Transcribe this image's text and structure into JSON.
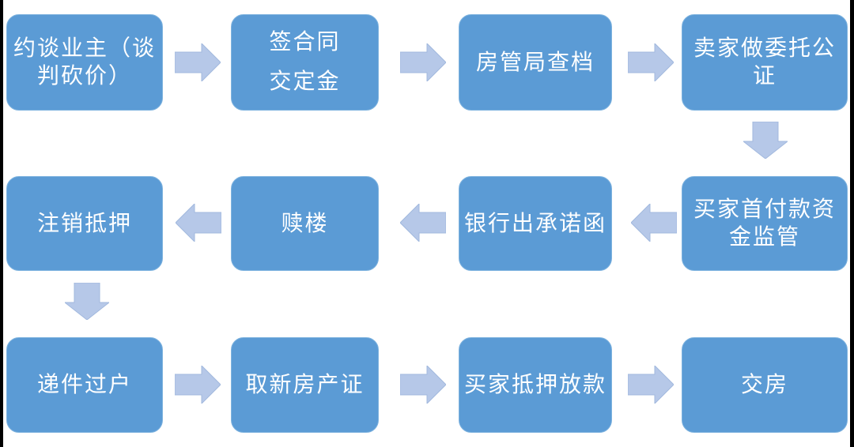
{
  "colors": {
    "background": "#ffffff",
    "pillar_bar": "#000000",
    "node_fill": "#5b9bd5",
    "node_border": "#7eb3df",
    "arrow_fill": "#b6c8e8",
    "arrow_border": "#a2b9de",
    "text": "#ffffff"
  },
  "diagram": {
    "type": "flowchart",
    "flow_pattern": "serpentine: row1 left-to-right, down, row2 right-to-left, down, row3 left-to-right",
    "nodes": [
      {
        "id": 1,
        "label": "约谈业主（谈\n判砍价）"
      },
      {
        "id": 2,
        "label": "签合同\n交定金"
      },
      {
        "id": 3,
        "label": "房管局查档"
      },
      {
        "id": 4,
        "label": "卖家做委托公\n证"
      },
      {
        "id": 5,
        "label": "买家首付款资\n金监管"
      },
      {
        "id": 6,
        "label": "银行出承诺函"
      },
      {
        "id": 7,
        "label": "赎楼"
      },
      {
        "id": 8,
        "label": "注销抵押"
      },
      {
        "id": 9,
        "label": "递件过户"
      },
      {
        "id": 10,
        "label": "取新房产证"
      },
      {
        "id": 11,
        "label": "买家抵押放款"
      },
      {
        "id": 12,
        "label": "交房"
      }
    ],
    "edges": [
      {
        "from": 1,
        "to": 2,
        "direction": "right"
      },
      {
        "from": 2,
        "to": 3,
        "direction": "right"
      },
      {
        "from": 3,
        "to": 4,
        "direction": "right"
      },
      {
        "from": 4,
        "to": 5,
        "direction": "down"
      },
      {
        "from": 5,
        "to": 6,
        "direction": "left"
      },
      {
        "from": 6,
        "to": 7,
        "direction": "left"
      },
      {
        "from": 7,
        "to": 8,
        "direction": "left"
      },
      {
        "from": 8,
        "to": 9,
        "direction": "down"
      },
      {
        "from": 9,
        "to": 10,
        "direction": "right"
      },
      {
        "from": 10,
        "to": 11,
        "direction": "right"
      },
      {
        "from": 11,
        "to": 12,
        "direction": "right"
      }
    ]
  }
}
